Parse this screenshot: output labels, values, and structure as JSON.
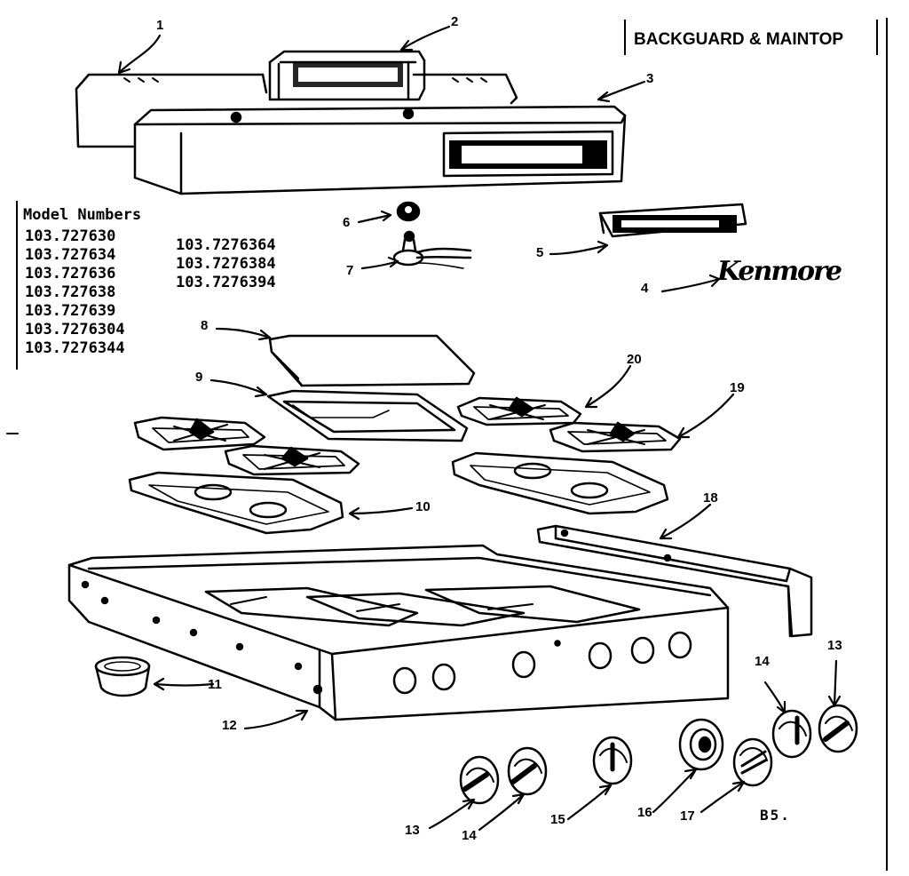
{
  "title": "BACKGUARD & MAINTOP",
  "models": {
    "heading": "Model Numbers",
    "column1": [
      "103.727630",
      "103.727634",
      "103.727636",
      "103.727638",
      "103.727639",
      "103.7276304",
      "103.7276344"
    ],
    "column2": [
      "103.7276364",
      "103.7276384",
      "103.7276394"
    ]
  },
  "brand": "Kenmore",
  "page_code": "B5.",
  "callouts": {
    "c1": "1",
    "c2": "2",
    "c3": "3",
    "c4": "4",
    "c5": "5",
    "c6": "6",
    "c7": "7",
    "c8": "8",
    "c9": "9",
    "c10": "10",
    "c11": "11",
    "c12": "12",
    "c13a": "13",
    "c14a": "14",
    "c15": "15",
    "c16": "16",
    "c17": "17",
    "c13b": "13",
    "c14b": "14",
    "c18": "18",
    "c19": "19",
    "c20": "20"
  }
}
